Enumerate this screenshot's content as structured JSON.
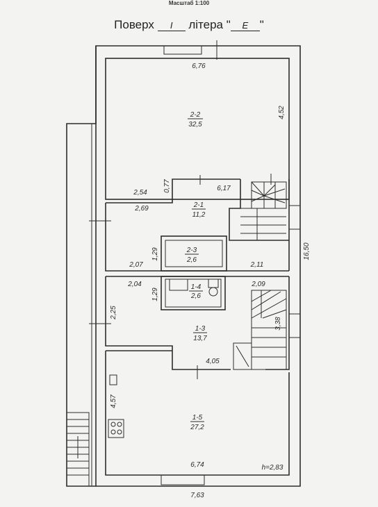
{
  "header": {
    "scale": "Масштаб 1:100",
    "floor_label": "Поверх",
    "floor_value": "I",
    "litera_label": "літера",
    "litera_value": "Е",
    "quote_open": "\"",
    "quote_close": "\""
  },
  "rooms": [
    {
      "id": "2-2",
      "area": "32,5"
    },
    {
      "id": "2-1",
      "area": "11,2"
    },
    {
      "id": "2-3",
      "area": "2,6"
    },
    {
      "id": "1-4",
      "area": "2,6"
    },
    {
      "id": "1-3",
      "area": "13,7"
    },
    {
      "id": "1-5",
      "area": "27,2"
    }
  ],
  "dimensions": {
    "top_width": "6,76",
    "room22_height": "4,52",
    "d254": "2,54",
    "d077": "0,77",
    "d617": "6,17",
    "d269": "2,69",
    "d129a": "1,29",
    "d207": "2,07",
    "d211": "2,11",
    "total_height": "16,50",
    "d204": "2,04",
    "d129b": "1,29",
    "d209": "2,09",
    "d225": "2,25",
    "d338": "3,38",
    "d405": "4,05",
    "d457": "4,57",
    "d674": "6,74",
    "ceiling": "h=2,83",
    "bottom_width": "7,63"
  }
}
